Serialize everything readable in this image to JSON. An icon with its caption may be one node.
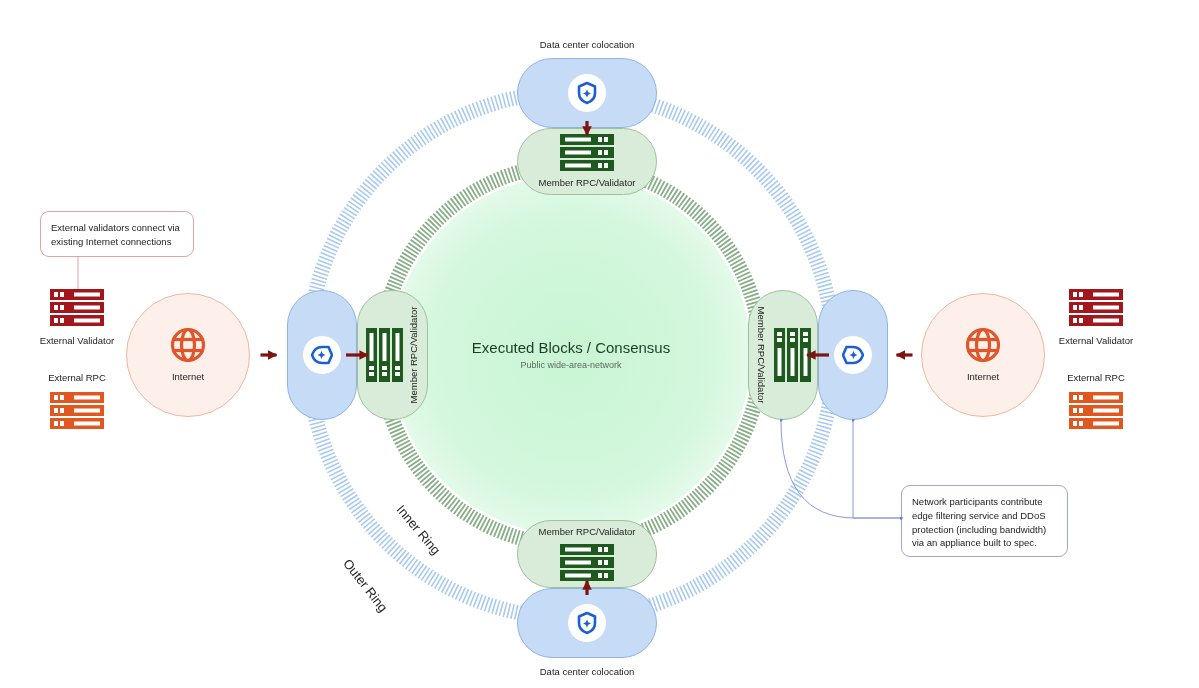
{
  "diagram": {
    "nodes": [
      {
        "text": [
          "External validators connect via existing Internet connections"
        ]
      },
      {
        "text": [
          "External Validator"
        ]
      },
      {
        "text": [
          "External RPC"
        ]
      },
      {
        "text": [
          "Internet"
        ]
      },
      {
        "text": [],
        "shape": "box"
      },
      {
        "text": [
          "Member RPC/Validator"
        ]
      },
      {
        "text": [
          "Data center colocation"
        ]
      },
      {
        "text": [
          "Member RPC/Validator"
        ]
      },
      {
        "text": [
          "Executed Blocks / Consensus",
          "Public wide-area-network"
        ]
      },
      {
        "text": [
          "Member RPC/Validator"
        ]
      },
      {
        "text": [],
        "shape": "box"
      },
      {
        "text": [
          "Internet"
        ]
      },
      {
        "text": [
          "External Validator"
        ]
      },
      {
        "text": [
          "External RPC"
        ]
      },
      {
        "text": [
          "Member RPC/Validator"
        ]
      },
      {
        "text": [
          "Data center colocation"
        ]
      },
      {
        "text": [
          "Network participants contribute edge filtering service and DDoS protection (including bandwidth) via an appliance built to spec."
        ]
      }
    ],
    "edges": [
      {
        "from": 0,
        "to": 1,
        "arrow": "none",
        "color": "#e3a3a3"
      },
      {
        "from": 3,
        "to": 4,
        "arrow": "to"
      },
      {
        "from": 4,
        "to": 5,
        "arrow": "to"
      },
      {
        "from": 6,
        "to": 7,
        "arrow": "to"
      },
      {
        "from": 11,
        "to": 10,
        "arrow": "to"
      },
      {
        "from": 10,
        "to": 9,
        "arrow": "to"
      },
      {
        "from": 15,
        "to": 14,
        "arrow": "to"
      },
      {
        "from": 16,
        "to": 9,
        "arrow": "other",
        "color": "#8a9ad8"
      },
      {
        "from": 16,
        "to": 10,
        "arrow": "other",
        "color": "#8a9ad8"
      }
    ],
    "labels": [
      "Inner Ring",
      "Outer Ring"
    ]
  }
}
